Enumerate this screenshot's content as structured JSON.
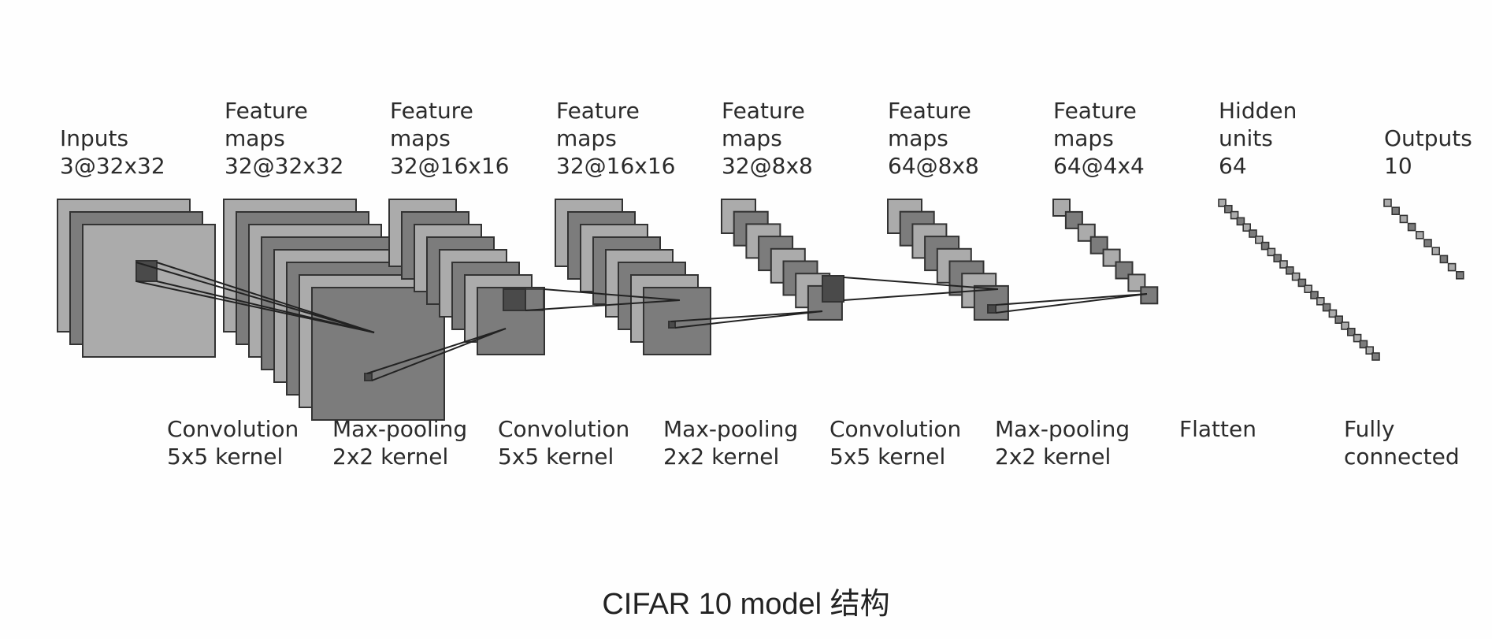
{
  "title": "CIFAR 10 model 结构",
  "colors": {
    "light": "#ababab",
    "dark": "#7c7c7c",
    "kernel": "#4a4a4a",
    "stroke": "#333333",
    "text": "#2b2b2b"
  },
  "layers": [
    {
      "lines": [
        "Inputs",
        "3@32x32"
      ],
      "kind": "input",
      "count": 3
    },
    {
      "lines": [
        "Feature",
        "maps",
        "32@32x32"
      ],
      "kind": "feature",
      "count": 8
    },
    {
      "lines": [
        "Feature",
        "maps",
        "32@16x16"
      ],
      "kind": "feature",
      "count": 8
    },
    {
      "lines": [
        "Feature",
        "maps",
        "32@16x16"
      ],
      "kind": "feature",
      "count": 8
    },
    {
      "lines": [
        "Feature",
        "maps",
        "32@8x8"
      ],
      "kind": "feature",
      "count": 8
    },
    {
      "lines": [
        "Feature",
        "maps",
        "64@8x8"
      ],
      "kind": "feature",
      "count": 8
    },
    {
      "lines": [
        "Feature",
        "maps",
        "64@4x4"
      ],
      "kind": "feature",
      "count": 8
    },
    {
      "lines": [
        "Hidden",
        "units",
        "64"
      ],
      "kind": "dense",
      "count": 26
    },
    {
      "lines": [
        "Outputs",
        "10"
      ],
      "kind": "dense",
      "count": 10
    }
  ],
  "operations": [
    {
      "lines": [
        "Convolution",
        "5x5 kernel"
      ]
    },
    {
      "lines": [
        "Max-pooling",
        "2x2 kernel"
      ]
    },
    {
      "lines": [
        "Convolution",
        "5x5 kernel"
      ]
    },
    {
      "lines": [
        "Max-pooling",
        "2x2 kernel"
      ]
    },
    {
      "lines": [
        "Convolution",
        "5x5 kernel"
      ]
    },
    {
      "lines": [
        "Max-pooling",
        "2x2 kernel"
      ]
    },
    {
      "lines": [
        "Flatten"
      ]
    },
    {
      "lines": [
        "Fully",
        "connected"
      ]
    }
  ]
}
